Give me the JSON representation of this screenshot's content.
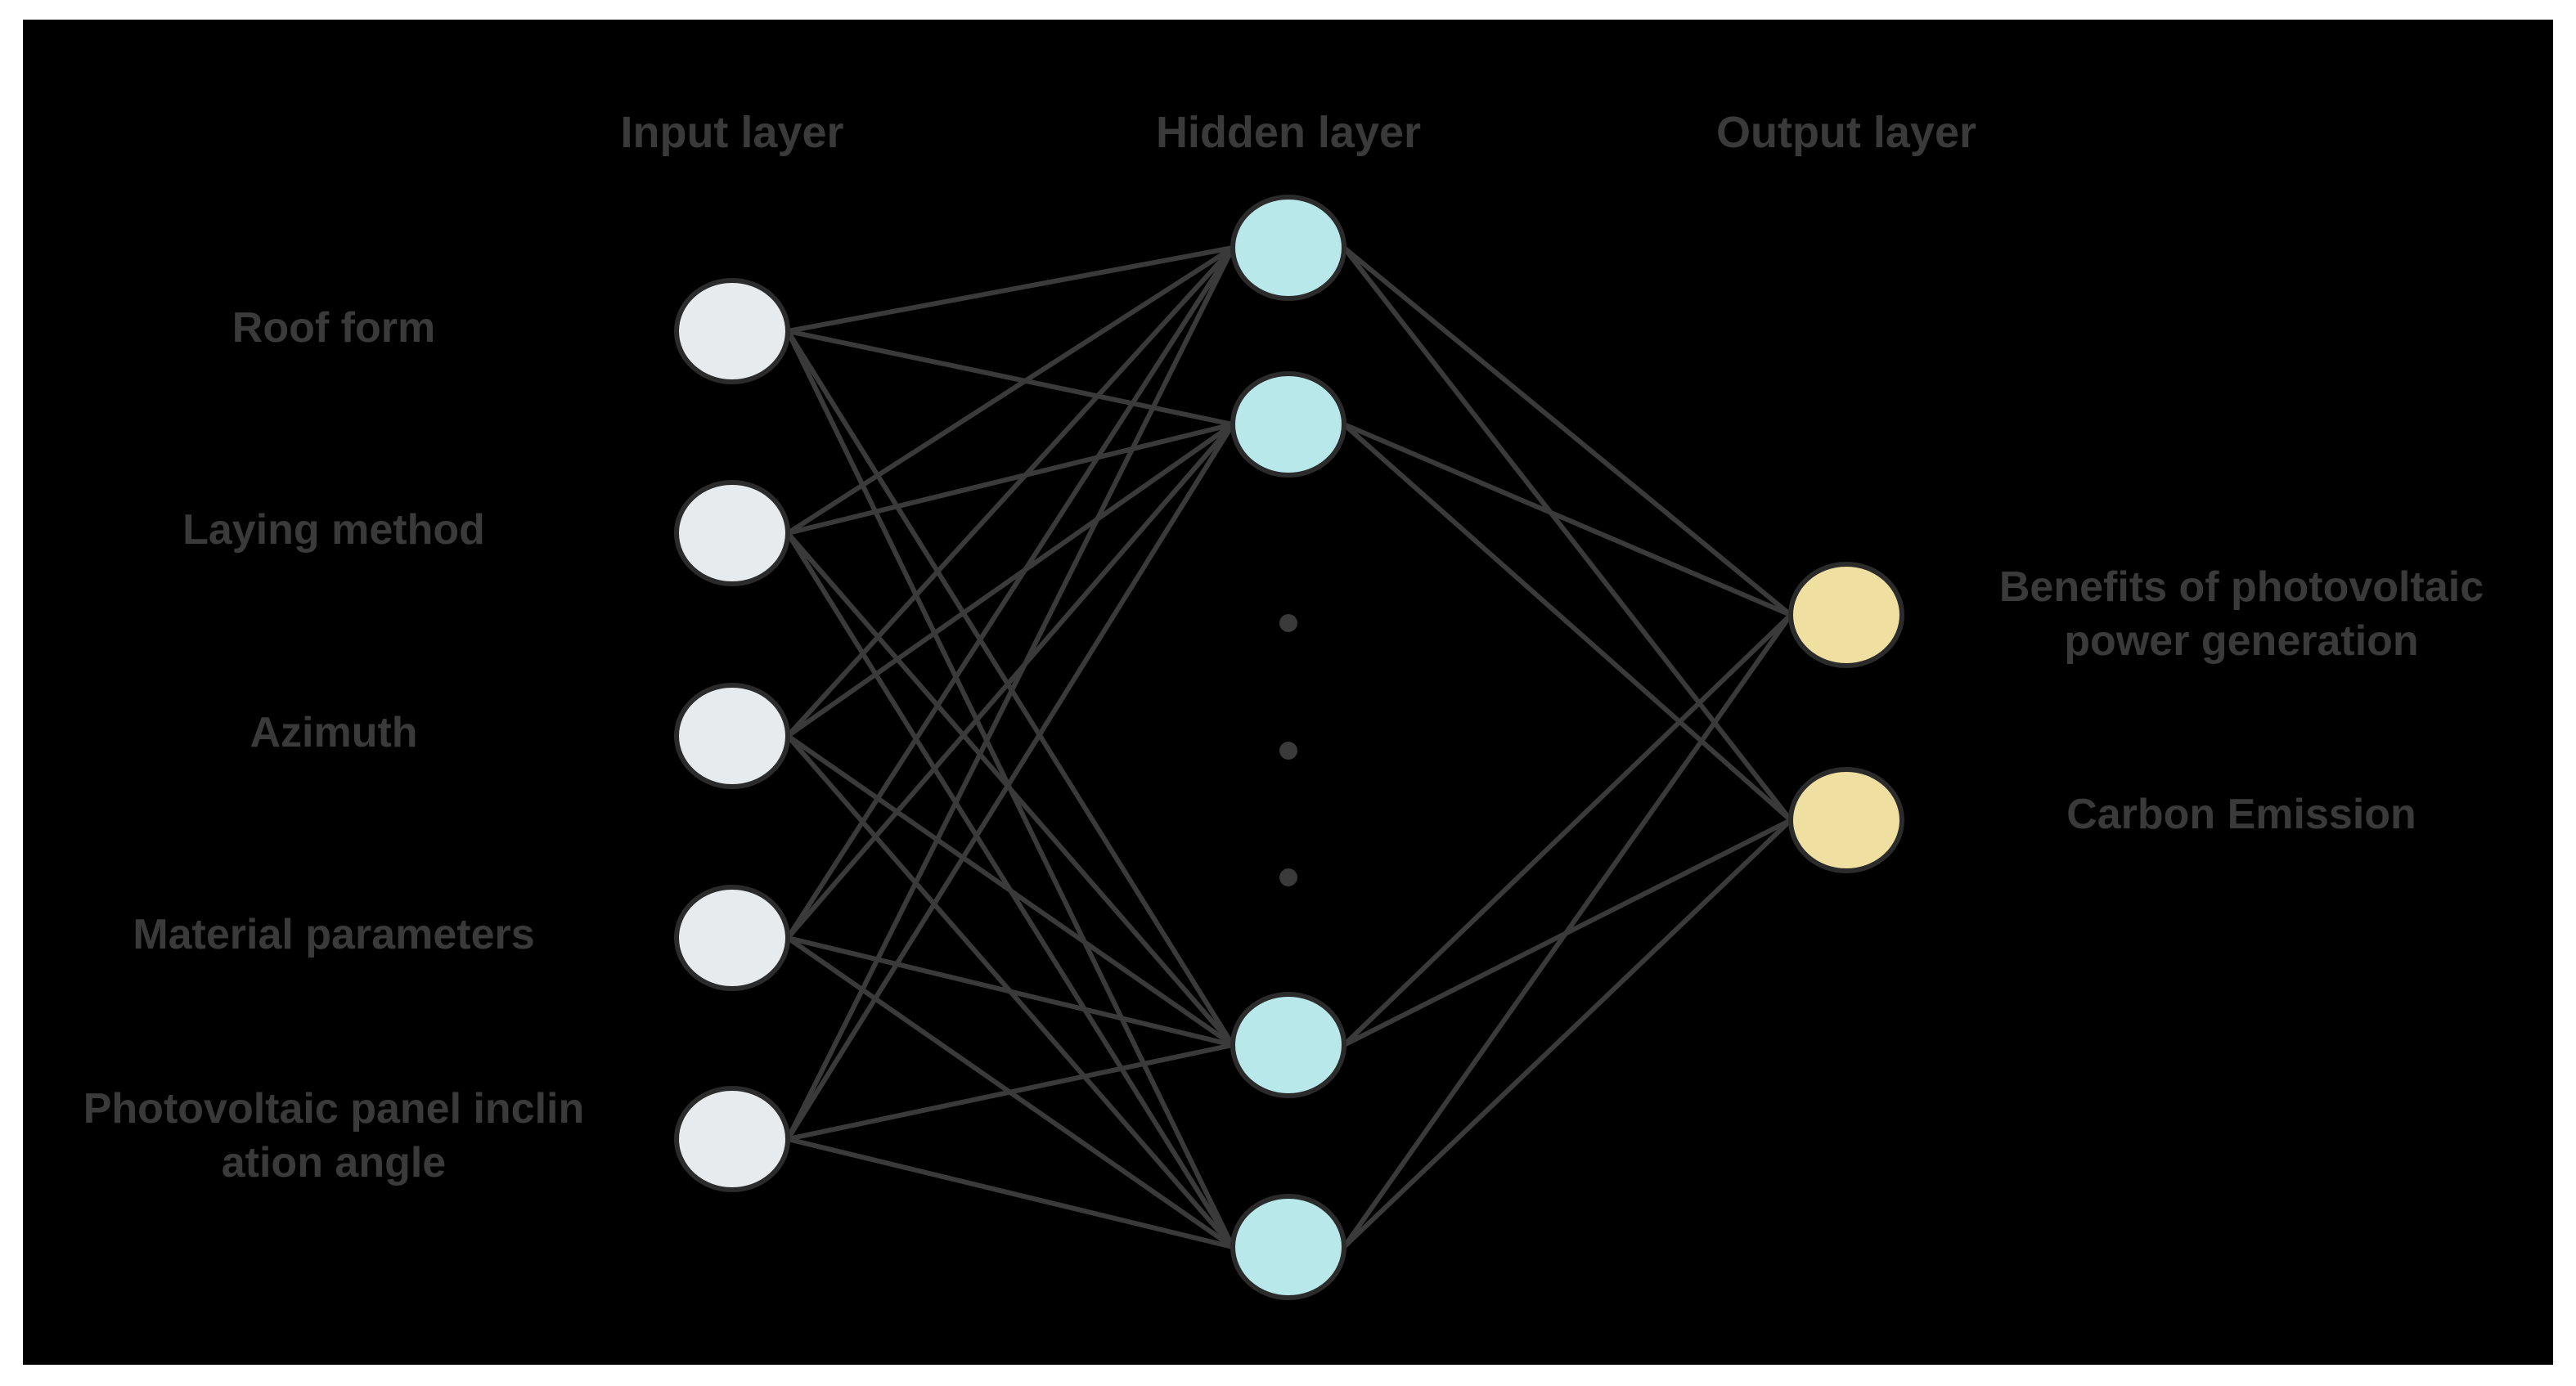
{
  "headers": {
    "input": "Input layer",
    "hidden": "Hidden layer",
    "output": "Output layer"
  },
  "inputs": [
    {
      "lines": [
        "Roof form"
      ]
    },
    {
      "lines": [
        "Laying method"
      ]
    },
    {
      "lines": [
        "Azimuth"
      ]
    },
    {
      "lines": [
        "Material parameters"
      ]
    },
    {
      "lines": [
        "Photovoltaic panel inclin",
        "ation angle"
      ]
    }
  ],
  "outputs": [
    {
      "lines": [
        "Benefits of photovoltaic",
        "power generation"
      ]
    },
    {
      "lines": [
        "Carbon Emission"
      ]
    }
  ],
  "hidden": {
    "visible_nodes": 4,
    "ellipsis_dots": 3
  },
  "colors": {
    "background": "#000000",
    "border": "#ffffff",
    "text": "#3a3a3a",
    "edge": "#3a3a3a",
    "input_node": "#e8ebee",
    "hidden_node": "#b8e8ea",
    "output_node": "#efe0a1"
  }
}
